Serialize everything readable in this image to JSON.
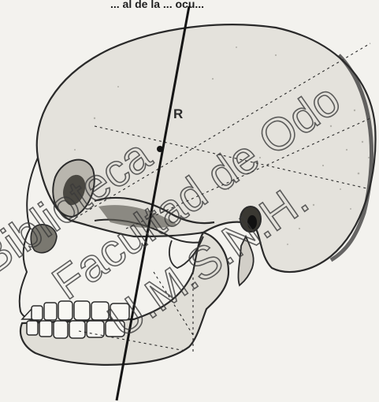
{
  "figure": {
    "top_caption_fragment": "... al de la ... ocu...",
    "point_label": "R",
    "watermark_lines": [
      "Biblioteca",
      "Facultad de Odo",
      "U.M.S.N.H."
    ],
    "ink_color": "#2a2a2a",
    "paper_color": "#f3f2ee"
  }
}
